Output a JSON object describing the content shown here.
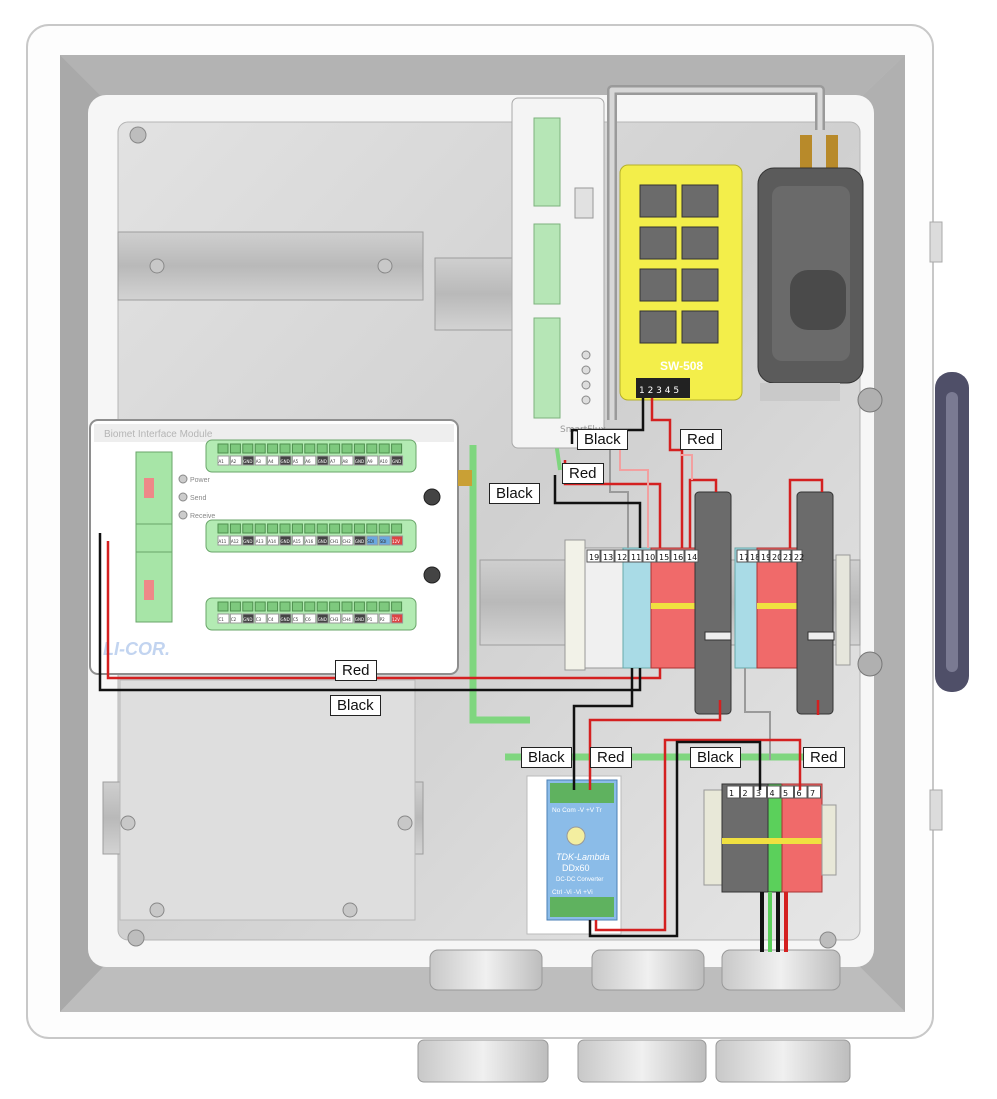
{
  "enclosure": {
    "switch_label": "SW-508",
    "switch_port_numbers": "1 2 3 4 5",
    "converter_brand": "TDK-Lambda",
    "converter_model": "DDx60",
    "converter_sub": "DC-DC Converter",
    "converter_top_pins": "No Com -V +V Tr",
    "converter_bottom_pins": "Ctrl -Vi -Vi +Vi",
    "logger_brand": "SmartFlux",
    "module_title": "Biomet Interface Module",
    "module_logo": "LI-COR.",
    "module_leds": [
      "Power",
      "Send",
      "Receive"
    ],
    "row1_terminals": [
      "A1",
      "A2",
      "GND",
      "A3",
      "A4",
      "GND",
      "A5",
      "A6",
      "GND",
      "A7",
      "A8",
      "GND",
      "A9",
      "A10",
      "GND"
    ],
    "row2_terminals": [
      "A11",
      "A12",
      "GND",
      "A13",
      "A14",
      "GND",
      "A15",
      "A16",
      "GND",
      "CH1",
      "CH2",
      "GND",
      "SDI",
      "SDI",
      "12V"
    ],
    "row3_terminals": [
      "C1",
      "C2",
      "GND",
      "C3",
      "C4",
      "GND",
      "C5",
      "C6",
      "GND",
      "CH3",
      "CH4",
      "GND",
      "P1",
      "P2",
      "12V"
    ]
  },
  "wire_labels": {
    "black_top": "Black",
    "red_top": "Red",
    "red_mid": "Red",
    "black_mid": "Black",
    "red_left": "Red",
    "black_left": "Black",
    "black_conv": "Black",
    "red_conv": "Red",
    "black_right": "Black",
    "red_right": "Red"
  },
  "terminal_numbers": {
    "block1_top": [
      "19",
      "13",
      "12",
      "11",
      "10",
      "15",
      "16",
      "14"
    ],
    "block2_top": [
      "17",
      "18",
      "19",
      "20",
      "21",
      "22"
    ],
    "bottom_block": [
      "1",
      "2",
      "3",
      "4",
      "5",
      "6",
      "7"
    ]
  },
  "colors": {
    "wire_red": "#d42020",
    "wire_black": "#111111",
    "wire_gray": "#9a9a9a",
    "ground_green": "#7fd67f",
    "switch_yellow": "#f3ee4a",
    "terminal_red": "#f06a6a",
    "terminal_blue": "#a9dbe6",
    "module_green": "#9fe39f"
  }
}
